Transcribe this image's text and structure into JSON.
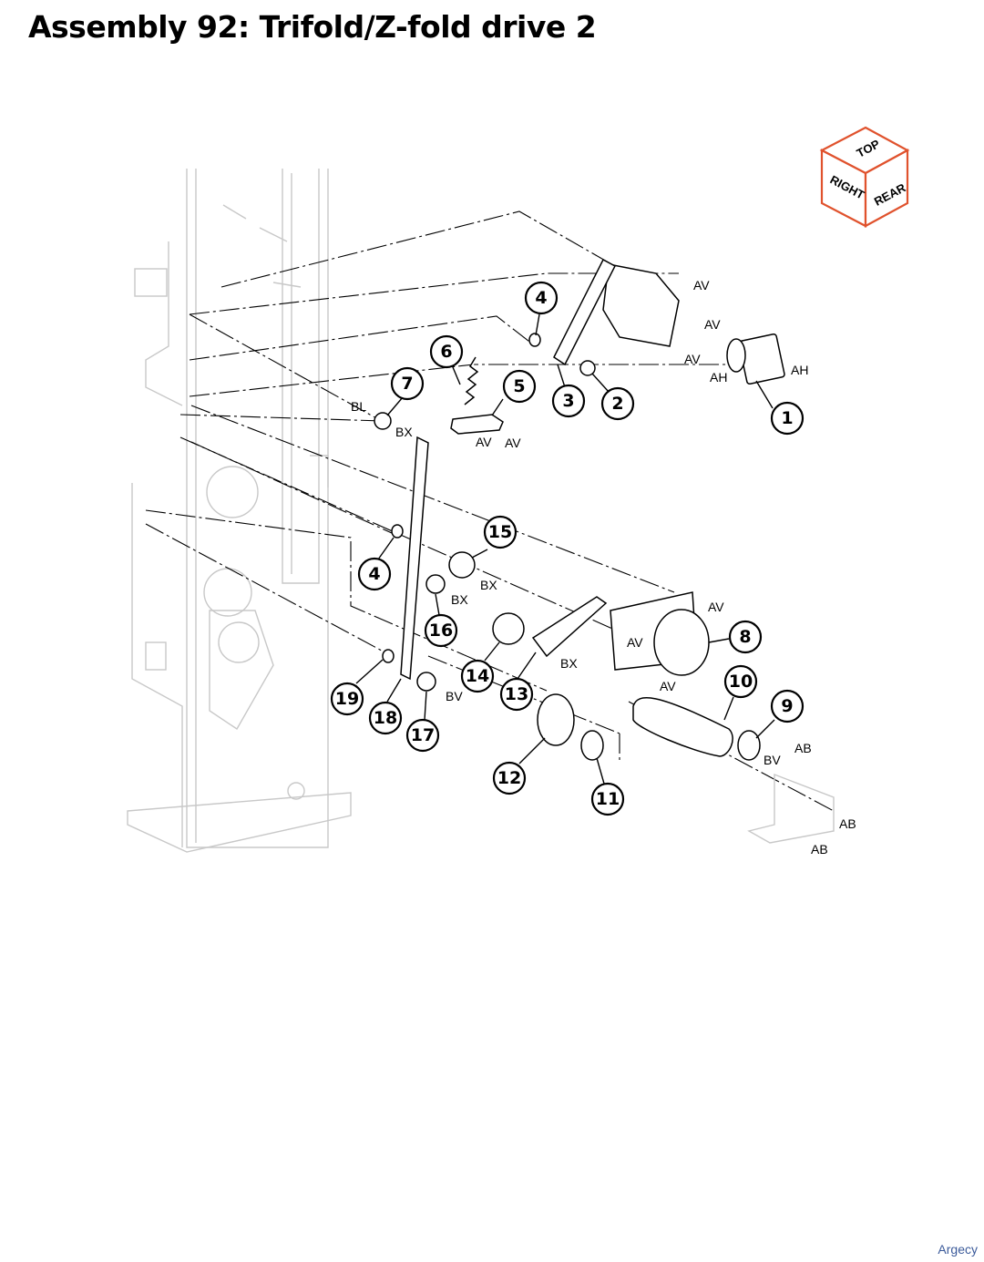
{
  "title": "Assembly 92: Trifold/Z-fold drive 2",
  "watermark": "Argecy",
  "orientation_cube": {
    "top": "TOP",
    "right": "RIGHT",
    "rear": "REAR",
    "edge_color": "#e0522d"
  },
  "callouts": [
    {
      "id": "1",
      "label": "1"
    },
    {
      "id": "2",
      "label": "2"
    },
    {
      "id": "3",
      "label": "3"
    },
    {
      "id": "4a",
      "label": "4"
    },
    {
      "id": "5",
      "label": "5"
    },
    {
      "id": "6",
      "label": "6"
    },
    {
      "id": "7",
      "label": "7"
    },
    {
      "id": "4b",
      "label": "4"
    },
    {
      "id": "8",
      "label": "8"
    },
    {
      "id": "9",
      "label": "9"
    },
    {
      "id": "10",
      "label": "10"
    },
    {
      "id": "11",
      "label": "11"
    },
    {
      "id": "12",
      "label": "12"
    },
    {
      "id": "13",
      "label": "13"
    },
    {
      "id": "14",
      "label": "14"
    },
    {
      "id": "15",
      "label": "15"
    },
    {
      "id": "16",
      "label": "16"
    },
    {
      "id": "17",
      "label": "17"
    },
    {
      "id": "18",
      "label": "18"
    },
    {
      "id": "19",
      "label": "19"
    }
  ],
  "connectors": [
    "AV",
    "AV",
    "AV",
    "AH",
    "AH",
    "AV",
    "AV",
    "BL",
    "BX",
    "BX",
    "BX",
    "BX",
    "AV",
    "AV",
    "AV",
    "BV",
    "BV",
    "AB",
    "AB",
    "AB"
  ]
}
